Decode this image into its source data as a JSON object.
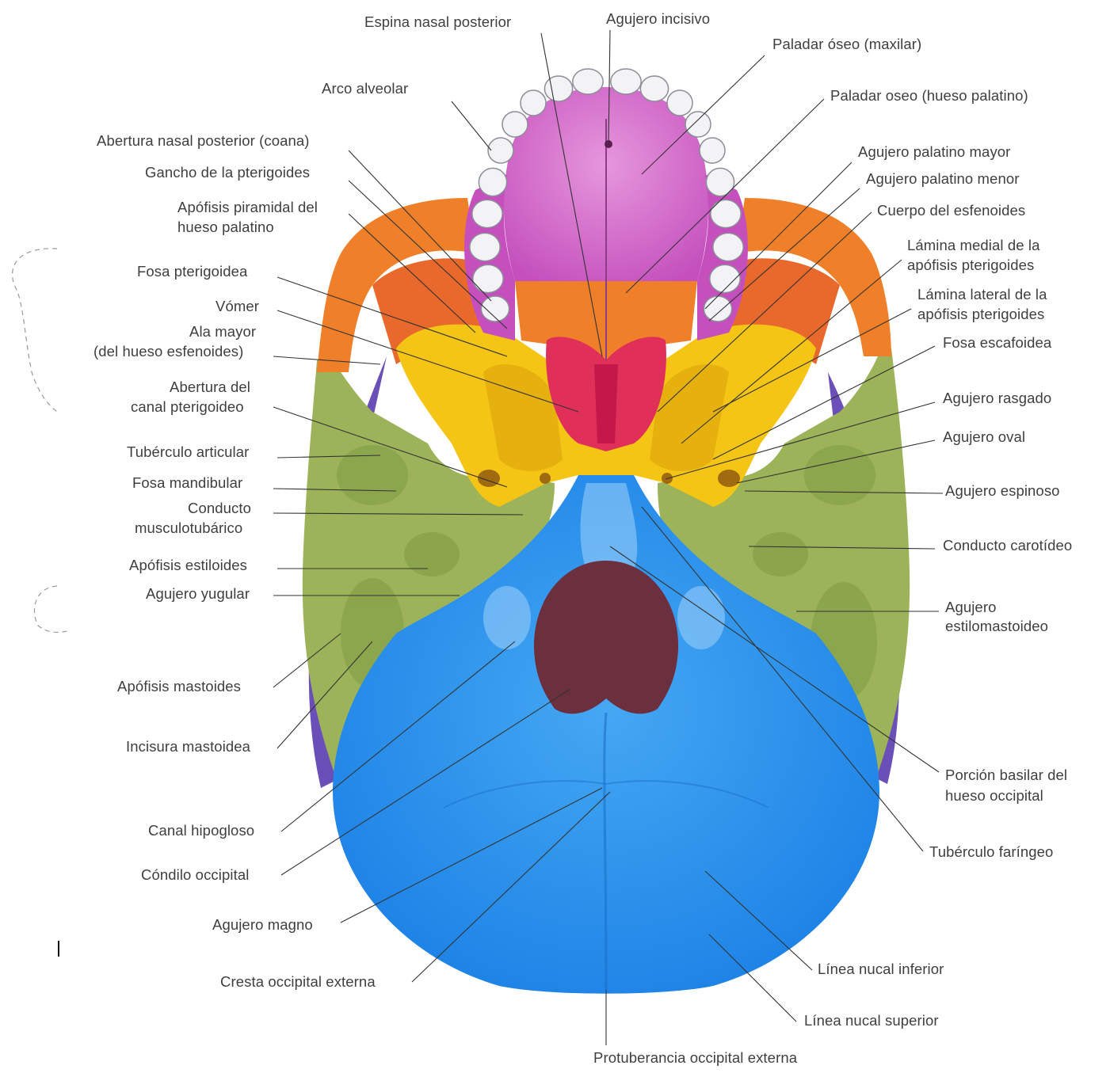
{
  "colors": {
    "maxilla": "#d062c8",
    "palatine": "#f07f2a",
    "vomer": "#e0305a",
    "sphenoid": "#f4c514",
    "temporal": "#9cb35a",
    "occipital": "#2e97ee",
    "zygomatic": "#f07f2a",
    "parietal": "#6a4fb8",
    "foramen_magnum": "#6b2f3e",
    "teeth": "#f3f3f6",
    "leader_line": "#333333",
    "text": "#3f3f3f"
  },
  "labels": {
    "espina_nasal_posterior": "Espina nasal posterior",
    "agujero_incisivo": "Agujero incisivo",
    "paladar_oseo_maxilar": "Paladar óseo (maxilar)",
    "arco_alveolar": "Arco alveolar",
    "paladar_oseo_palatino": "Paladar oseo (hueso palatino)",
    "abertura_nasal_posterior": "Abertura nasal posterior (coana)",
    "agujero_palatino_mayor": "Agujero palatino mayor",
    "gancho_pterigoides": "Gancho de la pterigoides",
    "agujero_palatino_menor": "Agujero palatino menor",
    "apofisis_piramidal_1": "Apófisis piramidal del",
    "apofisis_piramidal_2": "hueso palatino",
    "cuerpo_esfenoides": "Cuerpo del esfenoides",
    "lamina_medial_1": "Lámina medial de la",
    "lamina_medial_2": "apófisis pterigoides",
    "fosa_pterigoidea": "Fosa pterigoidea",
    "lamina_lateral_1": "Lámina lateral de la",
    "lamina_lateral_2": "apófisis pterigoides",
    "vomer": "Vómer",
    "ala_mayor_1": "Ala mayor",
    "ala_mayor_2": "(del hueso esfenoides)",
    "fosa_escafoidea": "Fosa escafoidea",
    "abertura_canal_1": "Abertura del",
    "abertura_canal_2": "canal pterigoideo",
    "agujero_rasgado": "Agujero rasgado",
    "agujero_oval": "Agujero oval",
    "tuberculo_articular": "Tubérculo articular",
    "fosa_mandibular": "Fosa mandibular",
    "agujero_espinoso": "Agujero espinoso",
    "conducto_musculo_1": "Conducto",
    "conducto_musculo_2": "musculotubárico",
    "conducto_carotideo": "Conducto carotídeo",
    "apofisis_estiloides": "Apófisis estiloides",
    "agujero_yugular": "Agujero yugular",
    "agujero_estilo_1": "Agujero",
    "agujero_estilo_2": "estilomastoideo",
    "apofisis_mastoides": "Apófisis mastoides",
    "incisura_mastoidea": "Incisura mastoidea",
    "porcion_basilar_1": "Porción basilar del",
    "porcion_basilar_2": "hueso occipital",
    "canal_hipogloso": "Canal hipogloso",
    "tuberculo_faringeo": "Tubérculo faríngeo",
    "condilo_occipital": "Cóndilo occipital",
    "agujero_magno": "Agujero magno",
    "linea_nucal_inferior": "Línea nucal inferior",
    "cresta_occipital_externa": "Cresta occipital externa",
    "linea_nucal_superior": "Línea nucal superior",
    "protuberancia_occipital_externa": "Protuberancia occipital externa"
  }
}
